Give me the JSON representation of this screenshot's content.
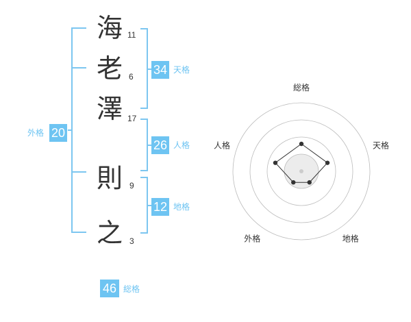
{
  "name": {
    "chars": [
      {
        "char": "海",
        "strokes": "11"
      },
      {
        "char": "老",
        "strokes": "6"
      },
      {
        "char": "澤",
        "strokes": "17"
      },
      {
        "char": "則",
        "strokes": "9"
      },
      {
        "char": "之",
        "strokes": "3"
      }
    ]
  },
  "scores": {
    "tenkaku": {
      "value": "34",
      "label": "天格"
    },
    "jinkaku": {
      "value": "26",
      "label": "人格"
    },
    "chikaku": {
      "value": "12",
      "label": "地格"
    },
    "gaikaku": {
      "value": "20",
      "label": "外格"
    },
    "soukaku": {
      "value": "46",
      "label": "総格"
    }
  },
  "chart_data": {
    "type": "radar",
    "axes": [
      "総格",
      "天格",
      "地格",
      "外格",
      "人格"
    ],
    "values": [
      2,
      2,
      1,
      1,
      2
    ],
    "max": 5,
    "rings": 4
  },
  "colors": {
    "accent": "#6ec4f2",
    "bracket": "#7cc6f0"
  }
}
